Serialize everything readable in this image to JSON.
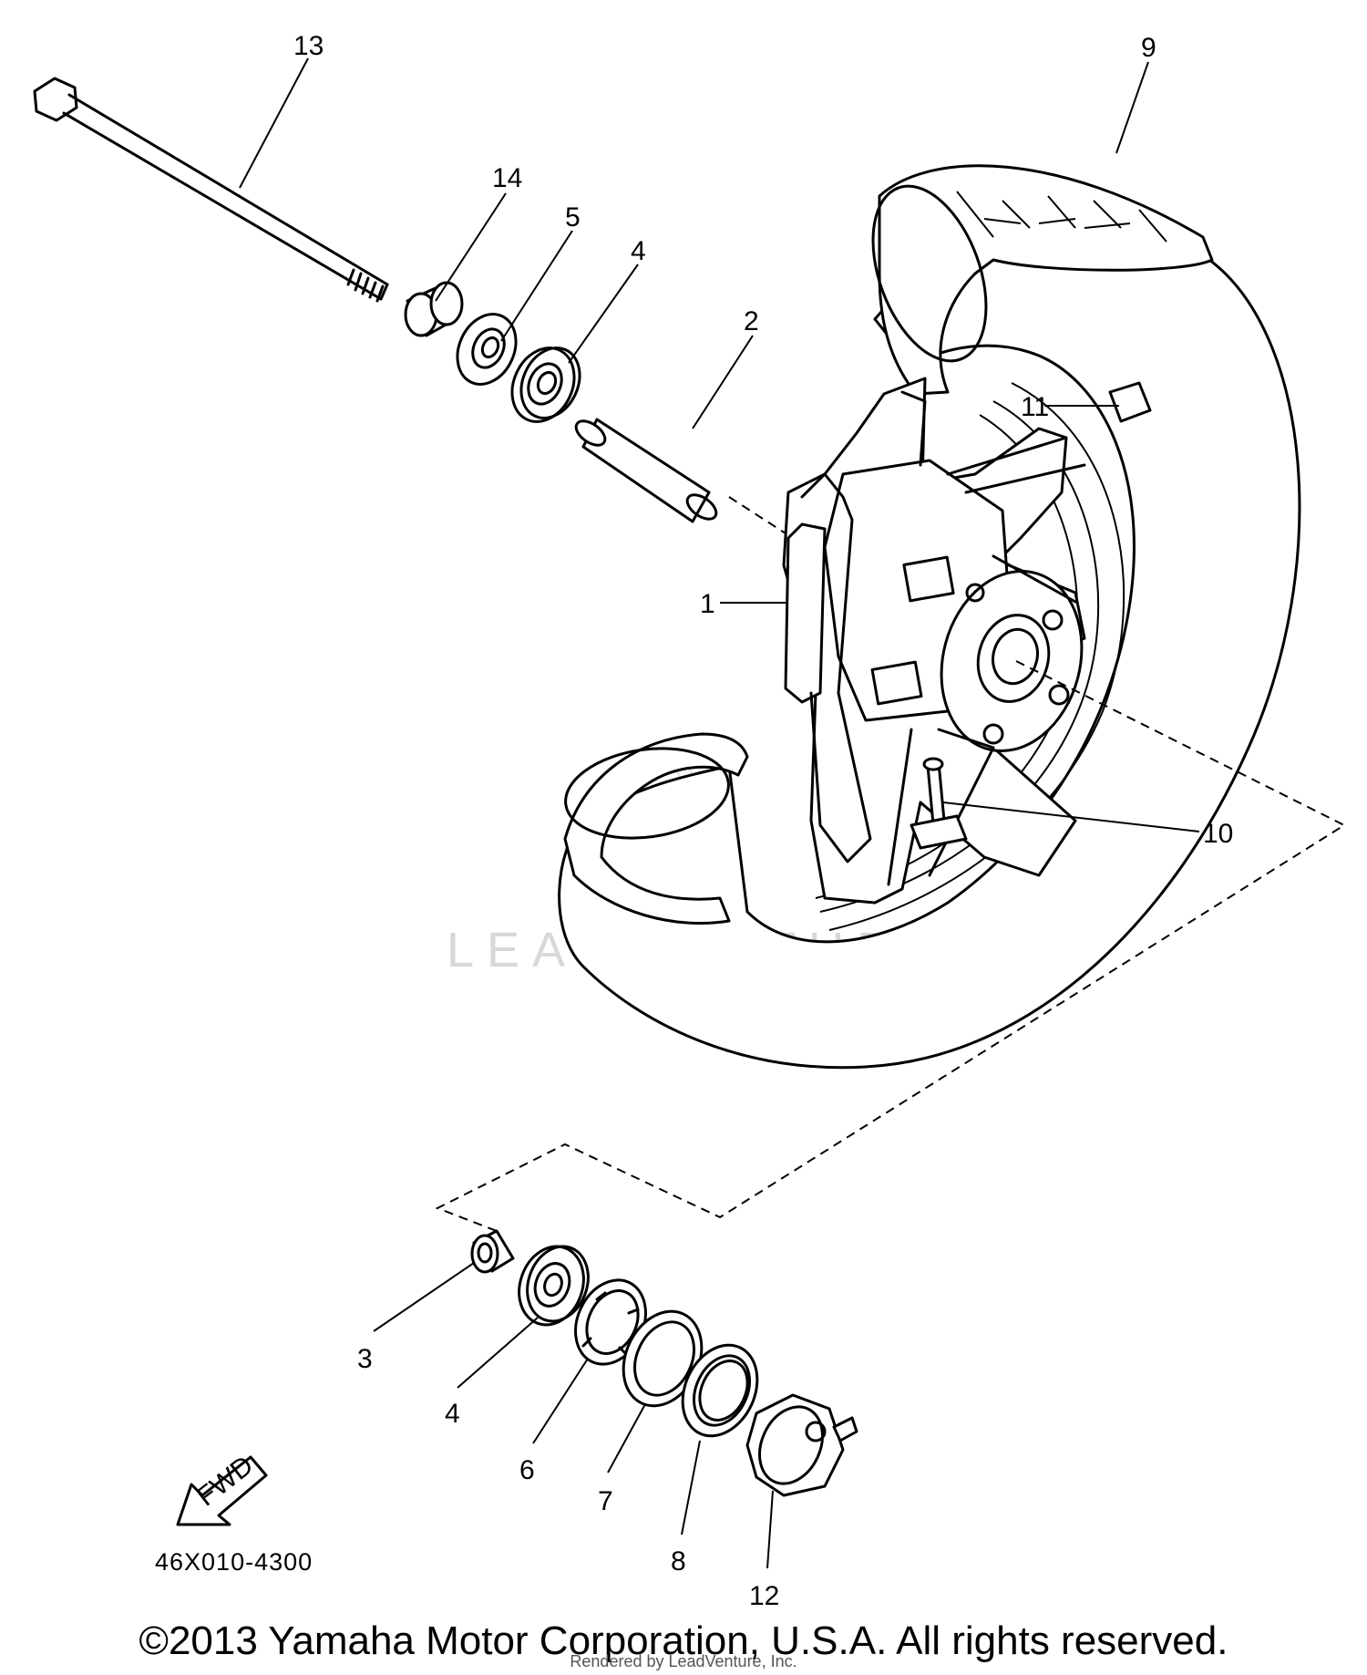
{
  "diagram": {
    "callouts": [
      "13",
      "9",
      "14",
      "5",
      "4",
      "2",
      "11",
      "1",
      "10",
      "3",
      "4",
      "6",
      "7",
      "8",
      "12"
    ],
    "fwd_label": "FWD",
    "part_code": "46X010-4300",
    "watermark": "LEADVENTURE",
    "copyright": "©2013 Yamaha Motor Corporation, U.S.A. All rights reserved.",
    "rendered_by": "Rendered by LeadVenture, Inc."
  }
}
